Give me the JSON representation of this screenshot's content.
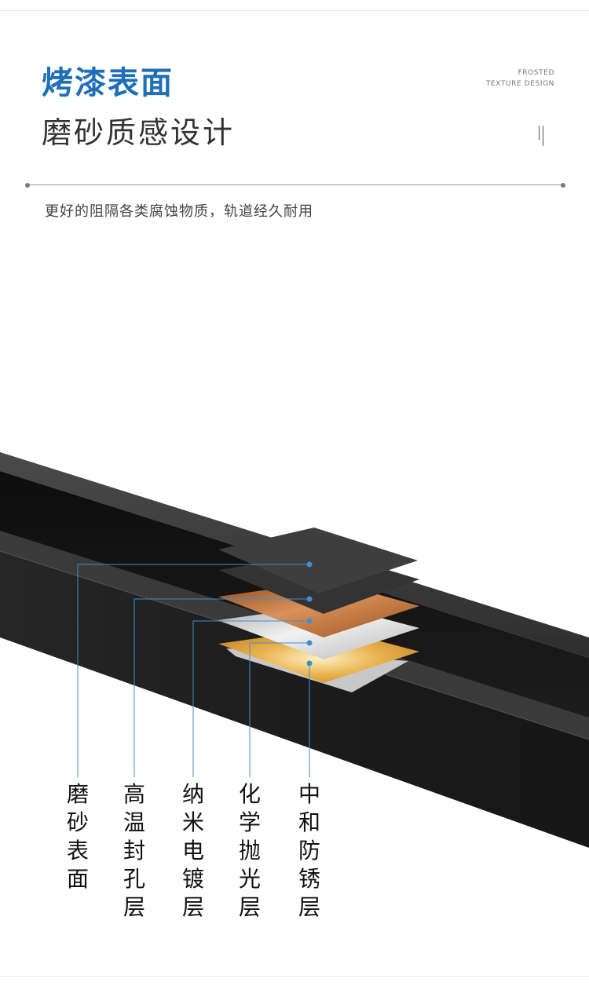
{
  "header": {
    "title_highlight": "烤漆表面",
    "title_main": "磨砂质感设计",
    "en_line1": "FROSTED",
    "en_line2": "TEXTURE DESIGN"
  },
  "subtitle": "更好的阻隔各类腐蚀物质，轨道经久耐用",
  "colors": {
    "accent_blue": "#1e6fb8",
    "rail_black": "#1b1b1b",
    "copper": "#b8652a",
    "silver": "#cfcfcf",
    "gold": "#e0a53a",
    "callout_line": "#3d8fd1"
  },
  "layers": [
    {
      "label": "磨砂表面"
    },
    {
      "label": "高温封孔层"
    },
    {
      "label": "纳米电镀层"
    },
    {
      "label": "化学抛光层"
    },
    {
      "label": "中和防锈层"
    }
  ]
}
